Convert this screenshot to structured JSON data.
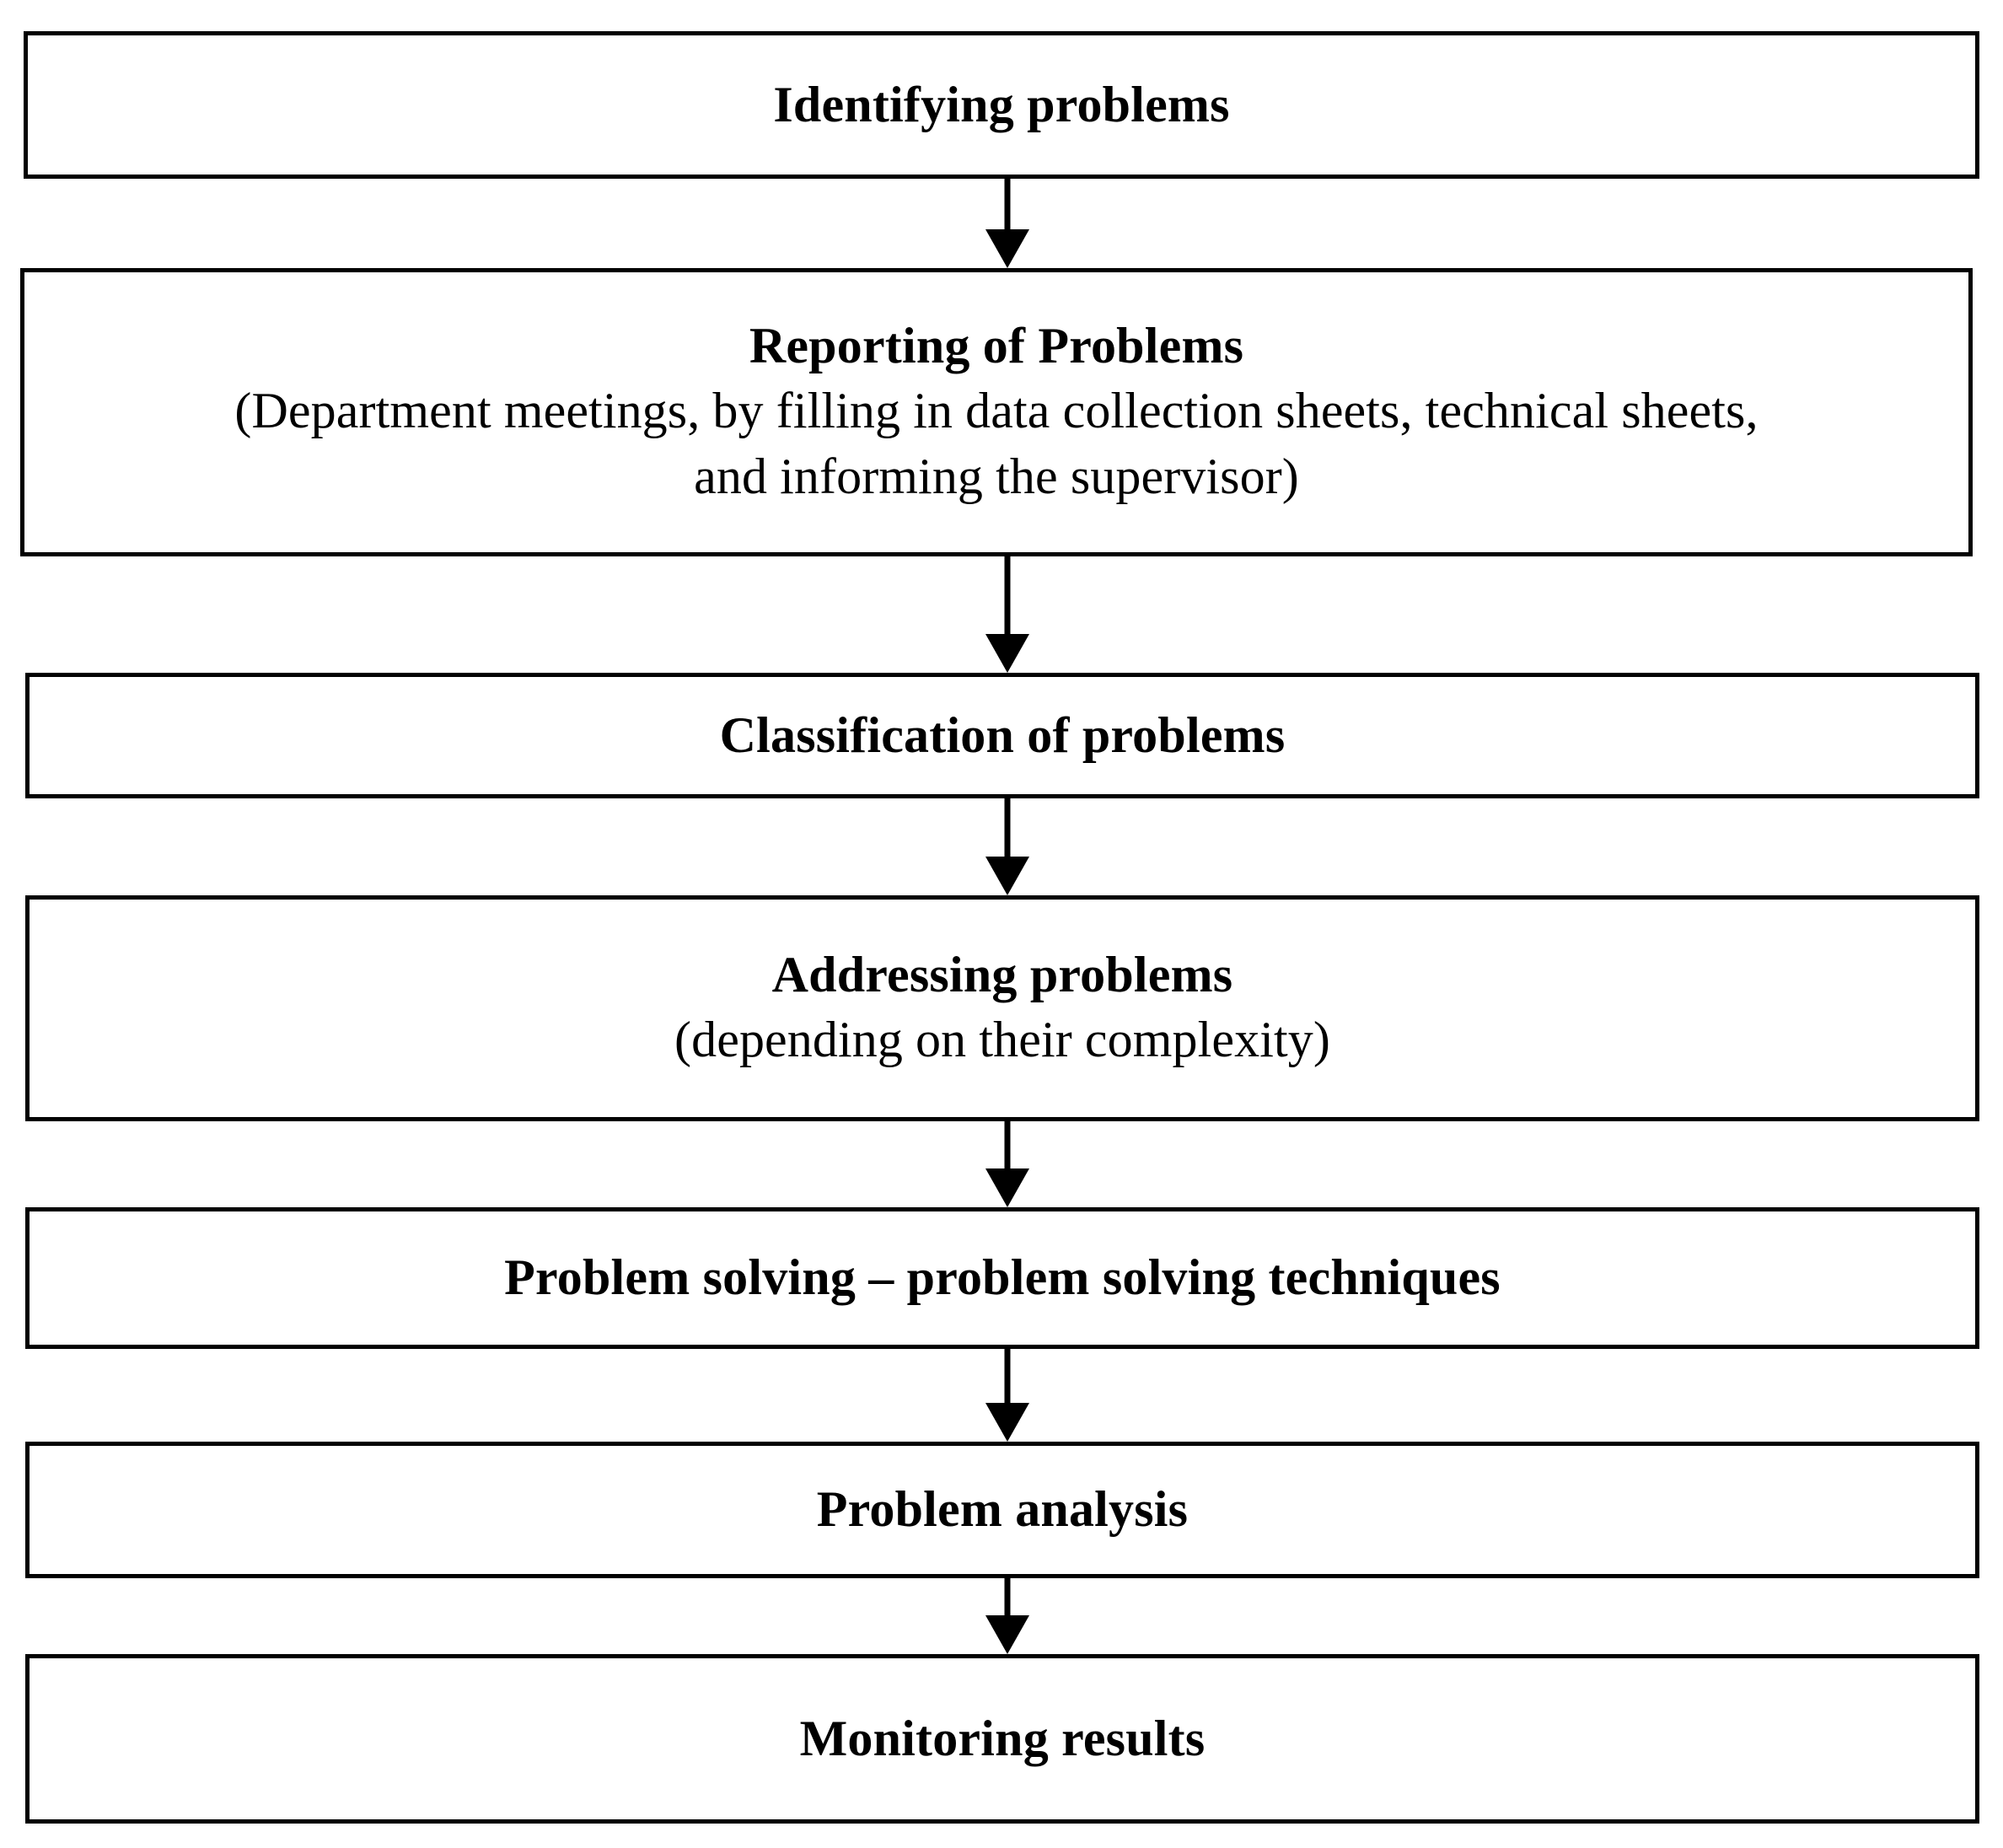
{
  "diagram": {
    "type": "flowchart",
    "orientation": "vertical-top-down",
    "background_color": "#ffffff",
    "border_color": "#000000",
    "text_color": "#000000",
    "nodes": [
      {
        "id": "identifying-problems",
        "title": "Identifying problems",
        "subtitle": ""
      },
      {
        "id": "reporting-of-problems",
        "title": "Reporting of Problems",
        "subtitle": "(Department meetings, by filling in data collection sheets, technical sheets, and informing the supervisor)"
      },
      {
        "id": "classification-of-problems",
        "title": "Classification of problems",
        "subtitle": ""
      },
      {
        "id": "addressing-problems",
        "title": "Addressing problems",
        "subtitle": "(depending on their complexity)"
      },
      {
        "id": "problem-solving-techniques",
        "title": "Problem solving – problem solving techniques",
        "subtitle": ""
      },
      {
        "id": "problem-analysis",
        "title": "Problem analysis",
        "subtitle": ""
      },
      {
        "id": "monitoring-results",
        "title": "Monitoring results",
        "subtitle": ""
      }
    ],
    "connectors": [
      {
        "id": "arrow-1",
        "from": "identifying-problems",
        "to": "reporting-of-problems",
        "glyph": "down-arrow"
      },
      {
        "id": "arrow-2",
        "from": "reporting-of-problems",
        "to": "classification-of-problems",
        "glyph": "down-arrow"
      },
      {
        "id": "arrow-3",
        "from": "classification-of-problems",
        "to": "addressing-problems",
        "glyph": "down-arrow"
      },
      {
        "id": "arrow-4",
        "from": "addressing-problems",
        "to": "problem-solving-techniques",
        "glyph": "down-arrow"
      },
      {
        "id": "arrow-5",
        "from": "problem-solving-techniques",
        "to": "problem-analysis",
        "glyph": "down-arrow"
      },
      {
        "id": "arrow-6",
        "from": "problem-analysis",
        "to": "monitoring-results",
        "glyph": "down-arrow"
      }
    ]
  }
}
